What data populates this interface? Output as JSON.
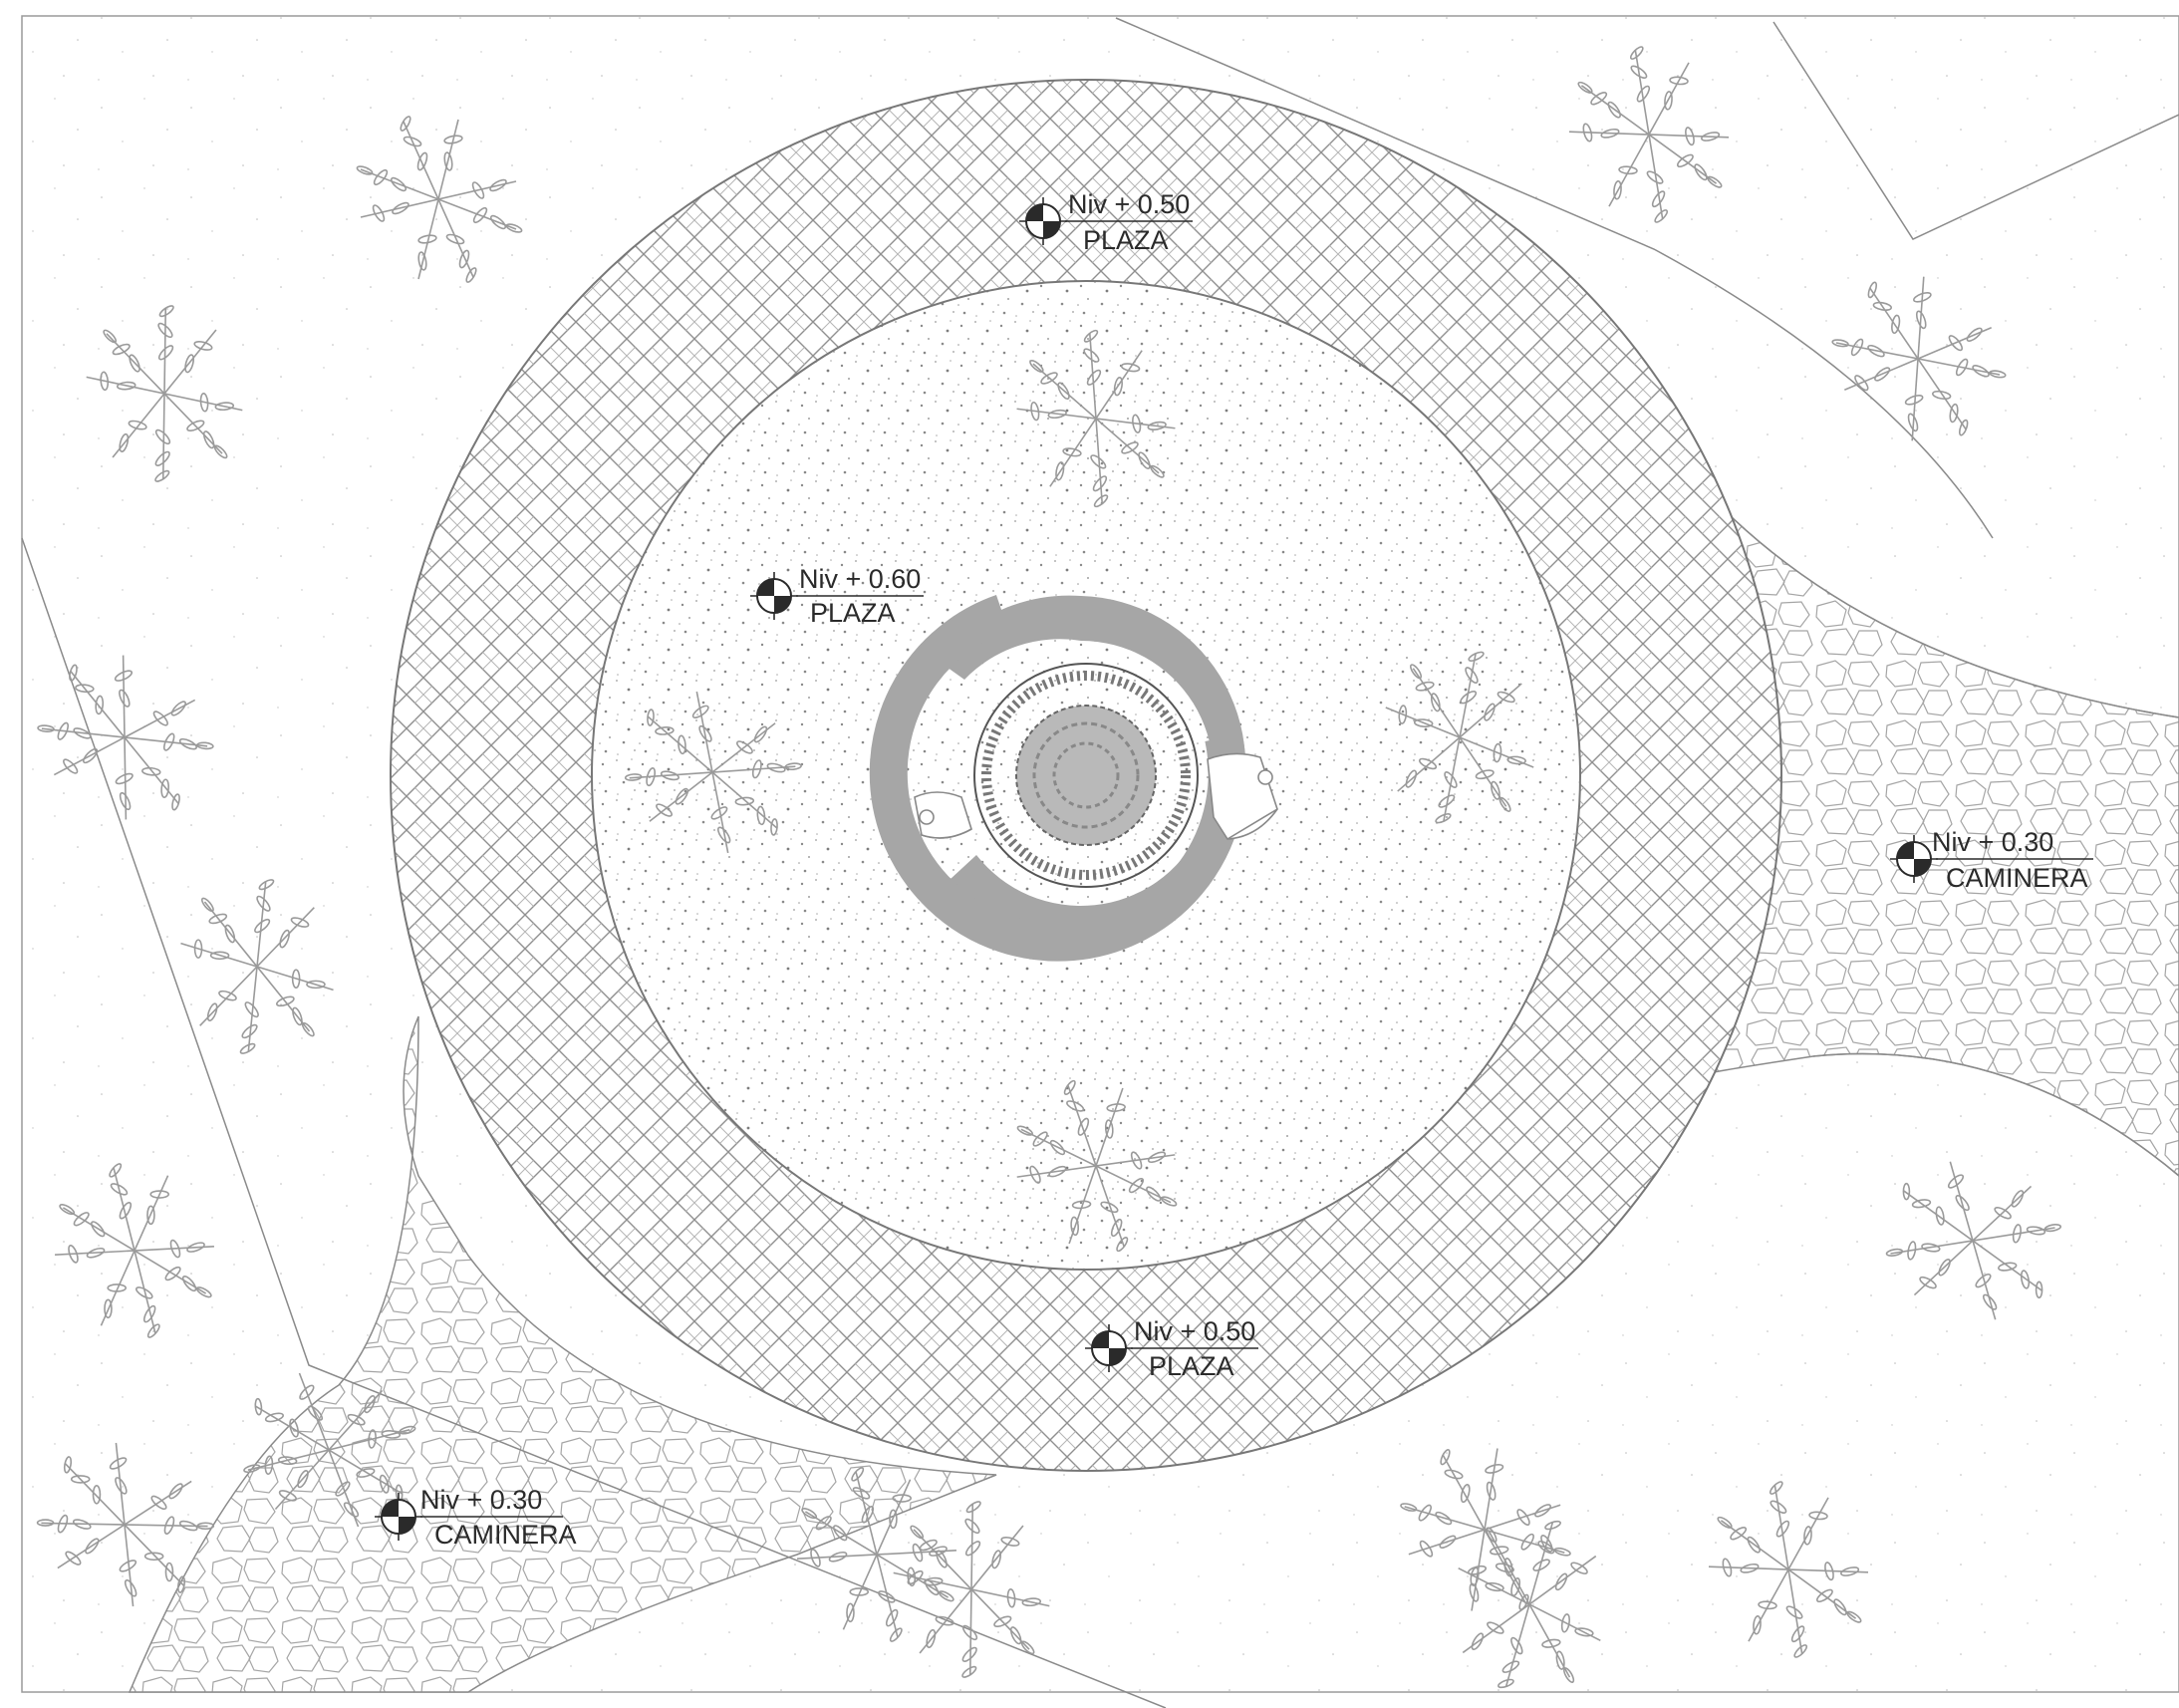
{
  "plan": {
    "colors": {
      "background": "#ffffff",
      "line": "#8a8a8a",
      "ring": "#a6a6a6",
      "tree": "#9a9a9a",
      "text": "#2a2a2a"
    },
    "level_markers": [
      {
        "id": "plaza-north",
        "level": "Niv + 0.50",
        "name": "PLAZA"
      },
      {
        "id": "plaza-inner",
        "level": "Niv + 0.60",
        "name": "PLAZA"
      },
      {
        "id": "plaza-south",
        "level": "Niv + 0.50",
        "name": "PLAZA"
      },
      {
        "id": "caminera-east",
        "level": "Niv + 0.30",
        "name": "CAMINERA"
      },
      {
        "id": "caminera-southwest",
        "level": "Niv + 0.30",
        "name": "CAMINERA"
      }
    ],
    "trees": {
      "count": 19,
      "icon": "tree-canopy-icon"
    },
    "furniture": {
      "central_planter": "planter-icon",
      "lounge_chairs": 2
    }
  }
}
